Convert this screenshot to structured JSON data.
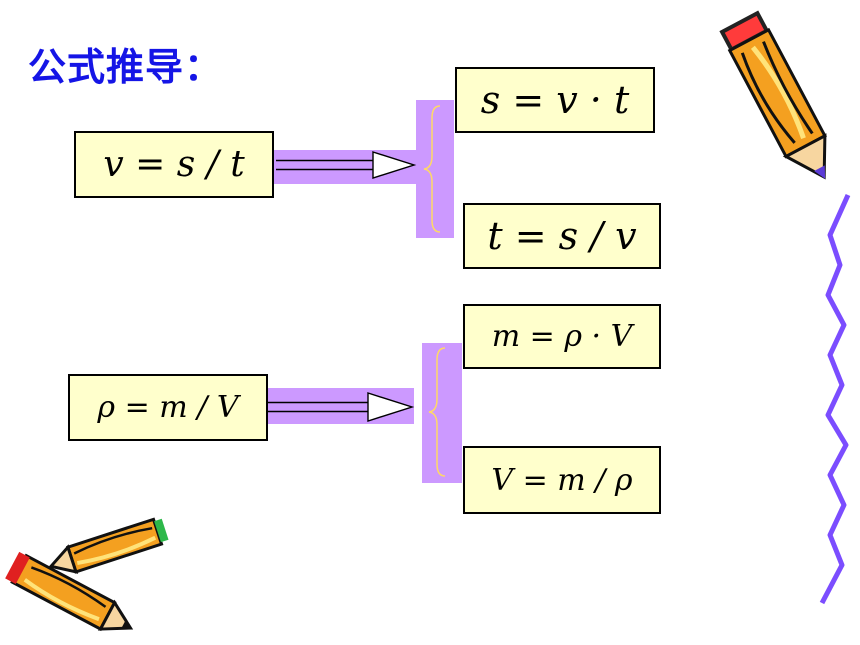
{
  "title": {
    "text": "公式推导：",
    "color": "#1515e6"
  },
  "group_speed": {
    "source": "v = s / t",
    "results": [
      "s = v · t",
      "t = s / v"
    ]
  },
  "group_density": {
    "source": "ρ = m / V",
    "results": [
      "m = ρ · V",
      "V = m / ρ"
    ]
  },
  "colors": {
    "box_fill": "#ffffcc",
    "connector": "#cc99ff",
    "brace": "#ffd966",
    "squiggle": "#7b4dff",
    "pencil_orange": "#f4a020"
  },
  "icons": [
    "pencil-icon",
    "pencils-icon",
    "squiggle-line-decoration"
  ]
}
